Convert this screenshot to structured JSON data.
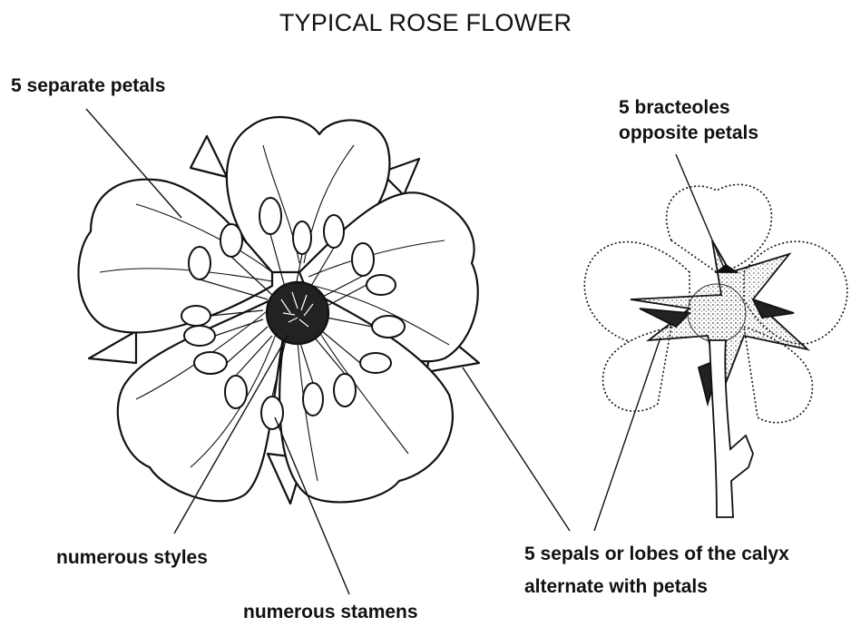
{
  "title": "TYPICAL ROSE FLOWER",
  "labels": {
    "petals": "5 separate petals",
    "bracteoles_line1": "5 bracteoles",
    "bracteoles_line2": "opposite petals",
    "styles": "numerous styles",
    "stamens": "numerous stamens",
    "sepals_line1": "5 sepals or lobes of the calyx",
    "sepals_line2": "alternate with petals"
  },
  "colors": {
    "ink": "#111111",
    "background": "#ffffff",
    "stipple": "#555555"
  }
}
